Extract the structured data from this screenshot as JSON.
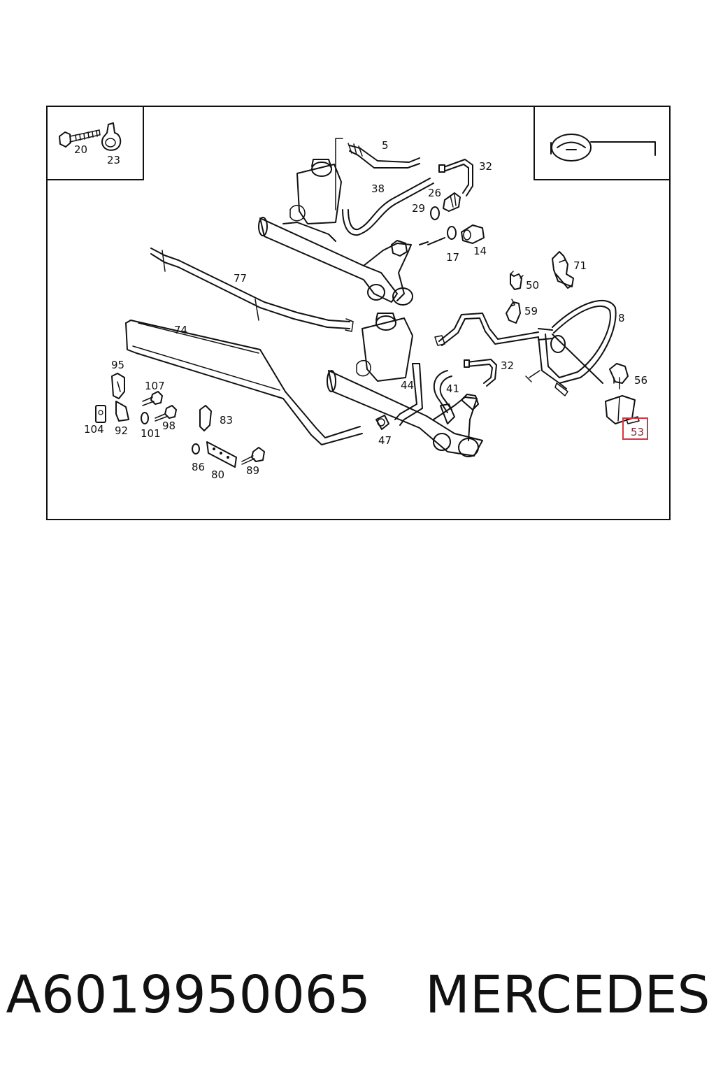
{
  "caption": {
    "part_number": "A6019950065",
    "brand": "MERCEDES"
  },
  "diagram": {
    "highlight_color": "#d9343f",
    "callouts": {
      "c5": "5",
      "c32a": "32",
      "c38": "38",
      "c26": "26",
      "c29": "29",
      "c17": "17",
      "c14": "14",
      "c77": "77",
      "c71": "71",
      "c50": "50",
      "c59": "59",
      "c8": "8",
      "c74": "74",
      "c95": "95",
      "c107": "107",
      "c104": "104",
      "c92": "92",
      "c101": "101",
      "c98": "98",
      "c83": "83",
      "c86": "86",
      "c80": "80",
      "c89": "89",
      "c47": "47",
      "c44": "44",
      "c41": "41",
      "c32b": "32",
      "c56": "56",
      "c53": "53",
      "c20": "20",
      "c23": "23"
    },
    "highlighted": "53"
  }
}
